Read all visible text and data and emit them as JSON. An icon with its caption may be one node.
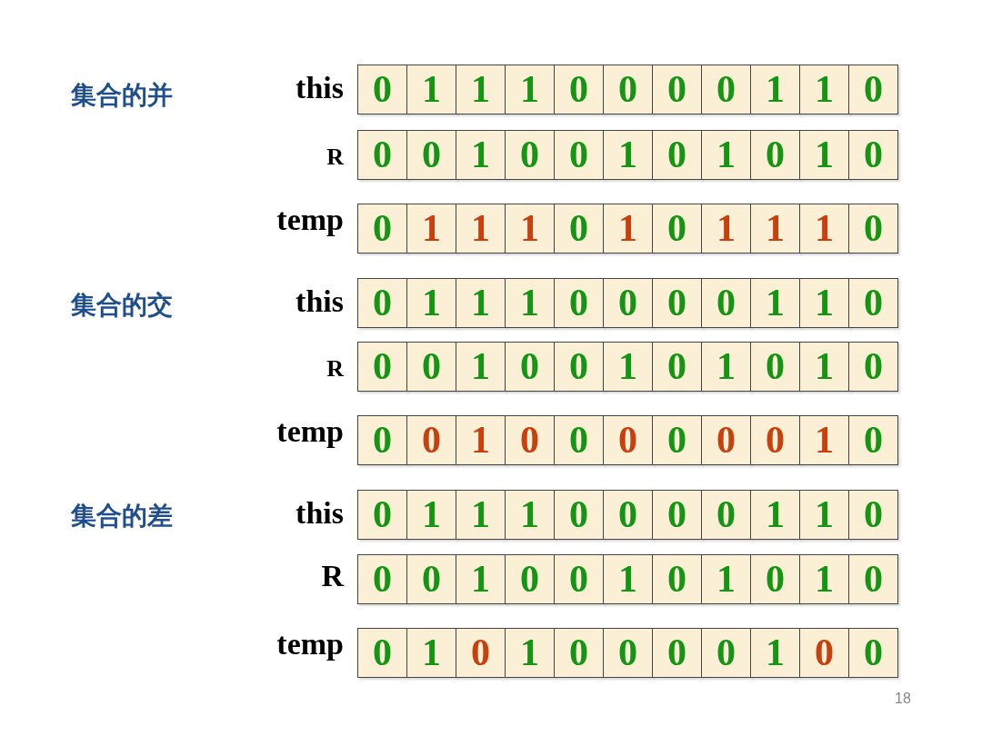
{
  "diagram": {
    "nodes": [
      {
        "text": [
          "0"
        ]
      },
      {
        "text": [
          "1"
        ]
      },
      {
        "text": [
          "1"
        ]
      },
      {
        "text": [
          "1"
        ]
      },
      {
        "text": [
          "0"
        ]
      },
      {
        "text": [
          "0"
        ]
      },
      {
        "text": [
          "0"
        ]
      },
      {
        "text": [
          "0"
        ]
      },
      {
        "text": [
          "1"
        ]
      },
      {
        "text": [
          "1"
        ]
      },
      {
        "text": [
          "0"
        ]
      },
      {
        "text": [
          "0"
        ]
      },
      {
        "text": [
          "0"
        ]
      },
      {
        "text": [
          "1"
        ]
      },
      {
        "text": [
          "0"
        ]
      },
      {
        "text": [
          "0"
        ]
      },
      {
        "text": [
          "1"
        ]
      },
      {
        "text": [
          "0"
        ]
      },
      {
        "text": [
          "1"
        ]
      },
      {
        "text": [
          "0"
        ]
      },
      {
        "text": [
          "1"
        ]
      },
      {
        "text": [
          "0"
        ]
      },
      {
        "text": [
          "0"
        ]
      },
      {
        "text": [
          "1"
        ]
      },
      {
        "text": [
          "1"
        ]
      },
      {
        "text": [
          "1"
        ]
      },
      {
        "text": [
          "0"
        ]
      },
      {
        "text": [
          "1"
        ]
      },
      {
        "text": [
          "0"
        ]
      },
      {
        "text": [
          "1"
        ]
      },
      {
        "text": [
          "1"
        ]
      },
      {
        "text": [
          "1"
        ]
      },
      {
        "text": [
          "0"
        ]
      },
      {
        "text": [
          "0"
        ]
      },
      {
        "text": [
          "1"
        ]
      },
      {
        "text": [
          "1"
        ]
      },
      {
        "text": [
          "1"
        ]
      },
      {
        "text": [
          "0"
        ]
      },
      {
        "text": [
          "0"
        ]
      },
      {
        "text": [
          "0"
        ]
      },
      {
        "text": [
          "0"
        ]
      },
      {
        "text": [
          "1"
        ]
      },
      {
        "text": [
          "1"
        ]
      },
      {
        "text": [
          "0"
        ]
      },
      {
        "text": [
          "0"
        ]
      },
      {
        "text": [
          "0"
        ]
      },
      {
        "text": [
          "1"
        ]
      },
      {
        "text": [
          "0"
        ]
      },
      {
        "text": [
          "0"
        ]
      },
      {
        "text": [
          "1"
        ]
      },
      {
        "text": [
          "0"
        ]
      },
      {
        "text": [
          "1"
        ]
      },
      {
        "text": [
          "0"
        ]
      },
      {
        "text": [
          "1"
        ]
      },
      {
        "text": [
          "0"
        ]
      },
      {
        "text": [
          "0"
        ]
      },
      {
        "text": [
          "0"
        ]
      },
      {
        "text": [
          "1"
        ]
      },
      {
        "text": [
          "0"
        ]
      },
      {
        "text": [
          "0"
        ]
      },
      {
        "text": [
          "0"
        ]
      },
      {
        "text": [
          "0"
        ]
      },
      {
        "text": [
          "0"
        ]
      },
      {
        "text": [
          "0"
        ]
      },
      {
        "text": [
          "1"
        ]
      },
      {
        "text": [
          "0"
        ]
      },
      {
        "text": [
          "0"
        ]
      },
      {
        "text": [
          "1"
        ]
      },
      {
        "text": [
          "1"
        ]
      },
      {
        "text": [
          "1"
        ]
      },
      {
        "text": [
          "0"
        ]
      },
      {
        "text": [
          "0"
        ]
      },
      {
        "text": [
          "0"
        ]
      },
      {
        "text": [
          "0"
        ]
      },
      {
        "text": [
          "1"
        ]
      },
      {
        "text": [
          "1"
        ]
      },
      {
        "text": [
          "0"
        ]
      },
      {
        "text": [
          "0"
        ]
      },
      {
        "text": [
          "0"
        ]
      },
      {
        "text": [
          "1"
        ]
      },
      {
        "text": [
          "0"
        ]
      },
      {
        "text": [
          "0"
        ]
      },
      {
        "text": [
          "1"
        ]
      },
      {
        "text": [
          "0"
        ]
      },
      {
        "text": [
          "1"
        ]
      },
      {
        "text": [
          "0"
        ]
      },
      {
        "text": [
          "1"
        ]
      },
      {
        "text": [
          "0"
        ]
      },
      {
        "text": [
          "0"
        ]
      },
      {
        "text": [
          "1"
        ]
      },
      {
        "text": [
          "0"
        ]
      },
      {
        "text": [
          "1"
        ]
      },
      {
        "text": [
          "0"
        ]
      },
      {
        "text": [
          "0"
        ]
      },
      {
        "text": [
          "0"
        ]
      },
      {
        "text": [
          "0"
        ]
      },
      {
        "text": [
          "1"
        ]
      },
      {
        "text": [
          "0"
        ]
      },
      {
        "text": [
          "0"
        ]
      }
    ],
    "labels": [
      "集合的并",
      "this",
      "R",
      "temp",
      "集合的交",
      "this",
      "R",
      "temp",
      "集合的差",
      "this",
      "R",
      "temp",
      "18"
    ]
  }
}
